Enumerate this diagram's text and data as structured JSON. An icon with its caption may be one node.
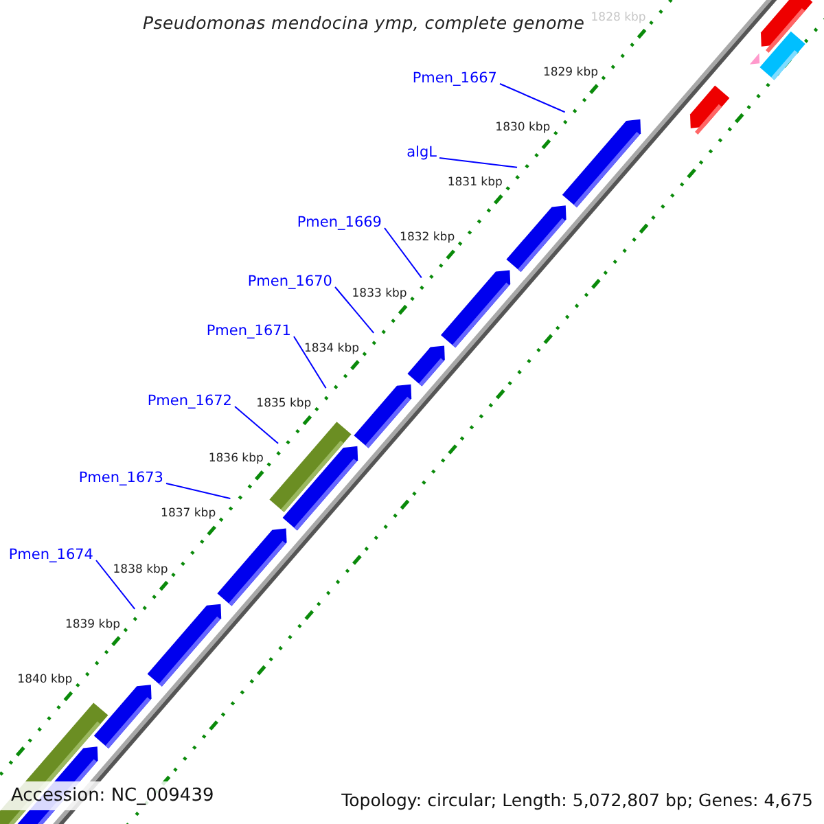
{
  "diagram": {
    "title": "Pseudomonas mendocina ymp, complete genome",
    "nodes": [
      {
        "text": [
          "Pmen_1667"
        ]
      },
      {
        "text": [
          "algL"
        ]
      },
      {
        "text": [
          "Pmen_1669"
        ]
      },
      {
        "text": [
          "Pmen_1670"
        ]
      },
      {
        "text": [
          "Pmen_1671"
        ]
      },
      {
        "text": [
          "Pmen_1672"
        ]
      },
      {
        "text": [
          "Pmen_1673"
        ]
      },
      {
        "text": [
          "Pmen_1674"
        ]
      }
    ],
    "edges": [
      {
        "from": 0,
        "to": null,
        "arrow": "none"
      },
      {
        "from": 1,
        "to": null,
        "arrow": "none"
      },
      {
        "from": 2,
        "to": null,
        "arrow": "none"
      },
      {
        "from": 3,
        "to": null,
        "arrow": "none"
      },
      {
        "from": 4,
        "to": null,
        "arrow": "none"
      },
      {
        "from": 5,
        "to": null,
        "arrow": "none"
      },
      {
        "from": 6,
        "to": null,
        "arrow": "none"
      },
      {
        "from": 7,
        "to": null,
        "arrow": "none"
      }
    ],
    "labels": [
      "1828 kbp",
      "1829 kbp",
      "1830 kbp",
      "1831 kbp",
      "1832 kbp",
      "1833 kbp",
      "1834 kbp",
      "1835 kbp",
      "1836 kbp",
      "1837 kbp",
      "1838 kbp",
      "1839 kbp",
      "1840 kbp",
      "Accession: NC_009439",
      "Topology: circular; Length: 5,072,807 bp; Genes: 4,675"
    ]
  }
}
